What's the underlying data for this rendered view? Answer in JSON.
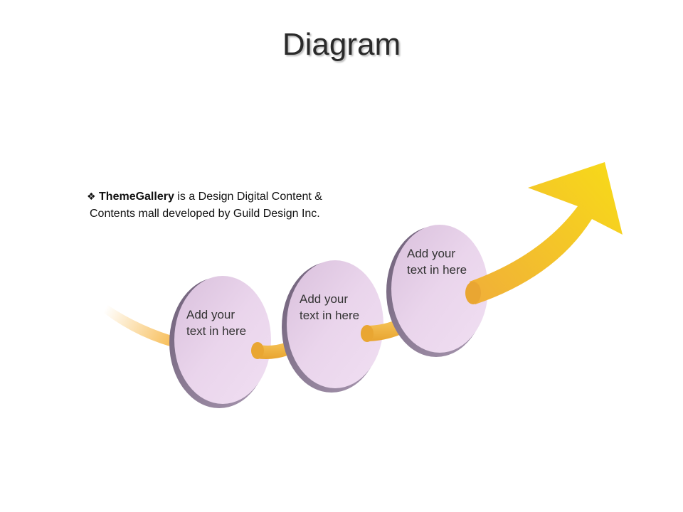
{
  "title": "Diagram",
  "intro": {
    "brand": "ThemeGallery",
    "line1_rest": " is a  Design Digital Content &",
    "line2": "Contents mall developed by Guild Design Inc."
  },
  "steps": [
    {
      "line1": "Add your",
      "line2": "text in here"
    },
    {
      "line1": "Add your",
      "line2": "text in here"
    },
    {
      "line1": "Add your",
      "line2": "text in here"
    }
  ],
  "colors": {
    "disc_fill": "#e8cfe8",
    "disc_edge": "#9a8aa0",
    "arrow_start": "#f6b23a",
    "arrow_end": "#f4d21c"
  }
}
